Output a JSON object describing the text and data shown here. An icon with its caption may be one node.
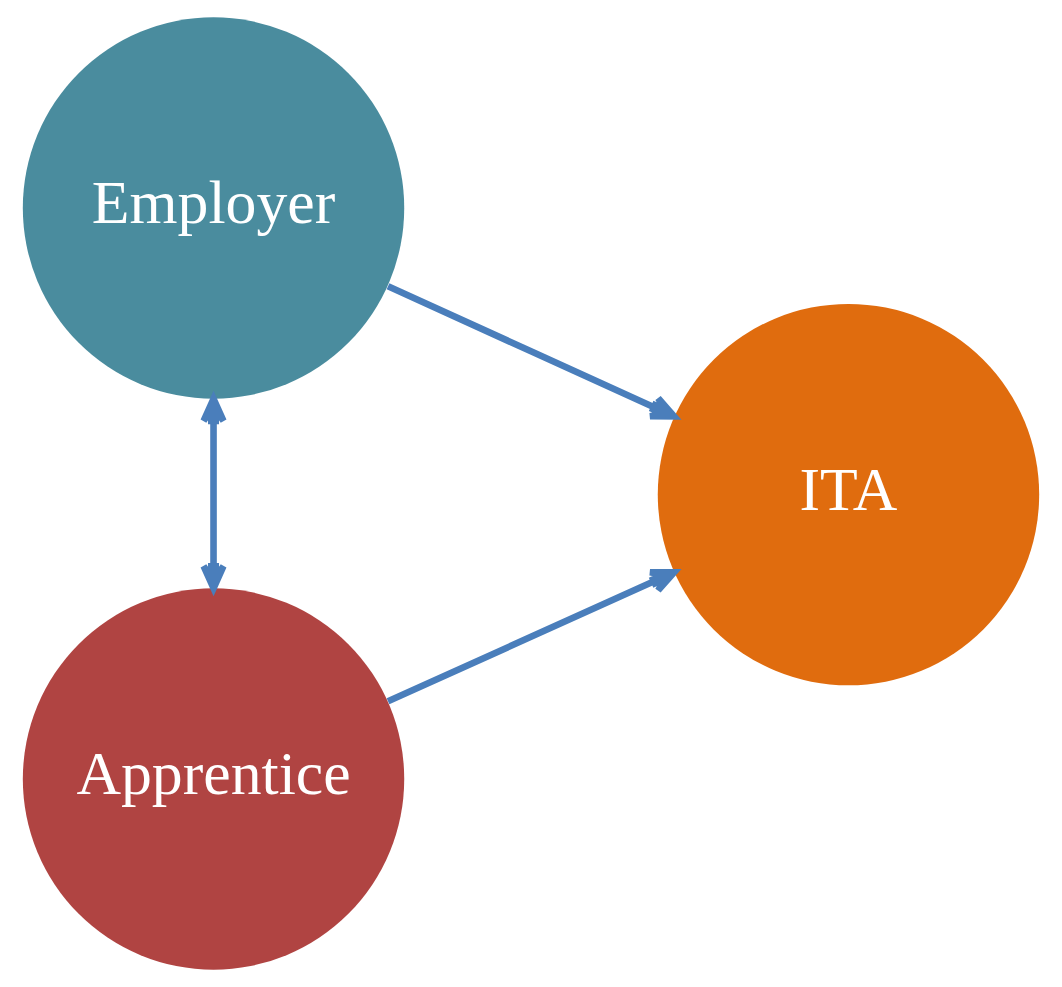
{
  "diagram": {
    "nodes": [
      {
        "text": [
          "Employer"
        ]
      },
      {
        "text": [
          "ITA"
        ]
      },
      {
        "text": [
          "Apprentice"
        ]
      }
    ],
    "edges": [
      {
        "from": 0,
        "to": 1,
        "arrow": "to"
      },
      {
        "from": 0,
        "to": 2,
        "arrow": "both"
      },
      {
        "from": 2,
        "to": 1,
        "arrow": "to"
      }
    ]
  }
}
